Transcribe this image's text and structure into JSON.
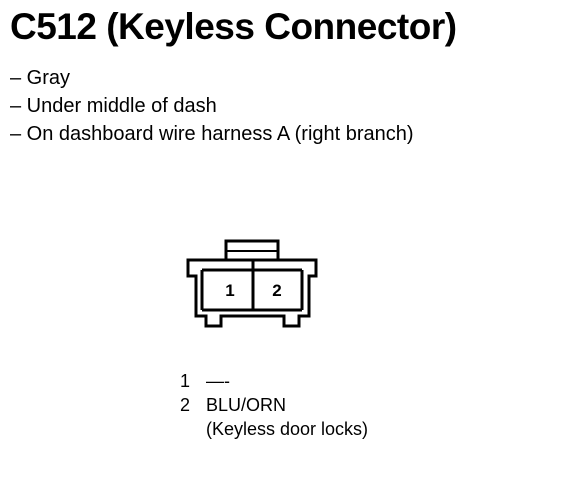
{
  "title": "C512 (Keyless Connector)",
  "bullets": [
    "– Gray",
    "– Under middle of dash",
    "– On dashboard wire harness A (right branch)"
  ],
  "connector": {
    "pins": [
      "1",
      "2"
    ]
  },
  "pinout": [
    {
      "pin": "1",
      "wire": "—-",
      "note": ""
    },
    {
      "pin": "2",
      "wire": "BLU/ORN",
      "note": "(Keyless door locks)"
    }
  ]
}
